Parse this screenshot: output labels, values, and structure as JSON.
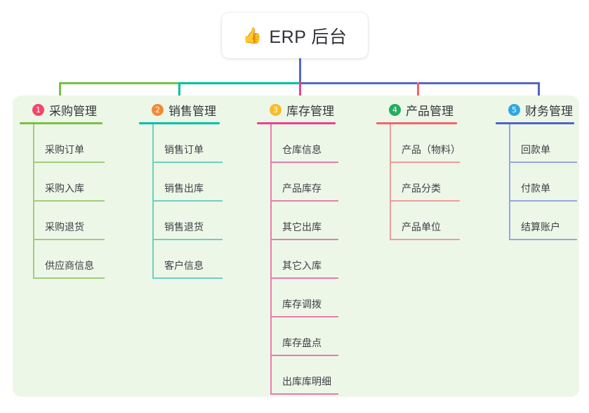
{
  "root": {
    "icon": "thumbs-up-icon",
    "emoji": "👍",
    "title": "ERP 后台"
  },
  "panel": {
    "background": "#edf7e8"
  },
  "connector_colors": {
    "stem": "#5566cc",
    "bus_left": "#7ac143",
    "bus_mid": "#00bfa5",
    "bus_right": "#5566cc",
    "drop_1": "#7ac143",
    "drop_2": "#00bfa5",
    "drop_3": "#ee3f8f",
    "drop_4": "#f5636b",
    "drop_5": "#4f63c8"
  },
  "columns": [
    {
      "number": "1",
      "title": "采购管理",
      "badge_color": "#f2466b",
      "rule_color": "#7ac143",
      "line_color": "#9fce79",
      "items": [
        {
          "label": "采购订单"
        },
        {
          "label": "采购入库"
        },
        {
          "label": "采购退货"
        },
        {
          "label": "供应商信息"
        }
      ]
    },
    {
      "number": "2",
      "title": "销售管理",
      "badge_color": "#f08a37",
      "rule_color": "#00bfa5",
      "line_color": "#6ecfc3",
      "items": [
        {
          "label": "销售订单"
        },
        {
          "label": "销售出库"
        },
        {
          "label": "销售退货"
        },
        {
          "label": "客户信息"
        }
      ]
    },
    {
      "number": "3",
      "title": "库存管理",
      "badge_color": "#f5bd2e",
      "rule_color": "#ee3f8f",
      "line_color": "#e87bb0",
      "items": [
        {
          "label": "仓库信息"
        },
        {
          "label": "产品库存"
        },
        {
          "label": "其它出库"
        },
        {
          "label": "其它入库"
        },
        {
          "label": "库存调拨"
        },
        {
          "label": "库存盘点"
        },
        {
          "label": "出库库明细"
        }
      ]
    },
    {
      "number": "4",
      "title": "产品管理",
      "badge_color": "#22ae5c",
      "rule_color": "#f5636b",
      "line_color": "#f09b9b",
      "items": [
        {
          "label": "产品（物料）"
        },
        {
          "label": "产品分类"
        },
        {
          "label": "产品单位"
        }
      ]
    },
    {
      "number": "5",
      "title": "财务管理",
      "badge_color": "#31a7e0",
      "rule_color": "#4f63c8",
      "line_color": "#93a7e0",
      "items": [
        {
          "label": "回款单"
        },
        {
          "label": "付款单"
        },
        {
          "label": "结算账户"
        }
      ]
    }
  ]
}
